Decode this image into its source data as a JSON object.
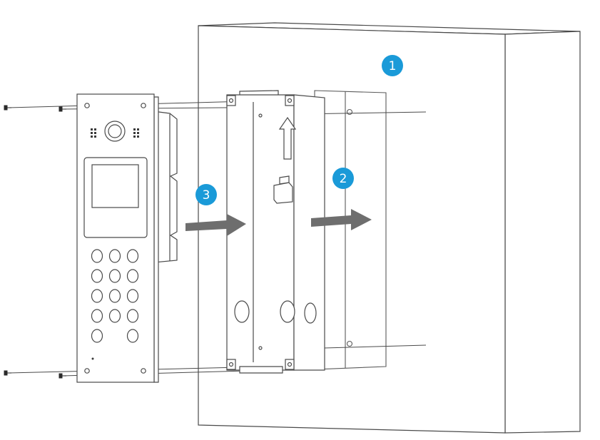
{
  "colors": {
    "line": "#4a4a4a",
    "light_line": "#6a6a6a",
    "step_badge": "#1a9ad8",
    "arrow": "#6e6e6e"
  },
  "steps": [
    {
      "number": "1",
      "target": "wall"
    },
    {
      "number": "2",
      "target": "wall-recess"
    },
    {
      "number": "3",
      "target": "door-station-panel"
    }
  ],
  "icons": [
    "screw-icon",
    "camera-lens-icon",
    "speaker-grille-icon",
    "up-arrow-icon",
    "direction-arrow-icon"
  ]
}
